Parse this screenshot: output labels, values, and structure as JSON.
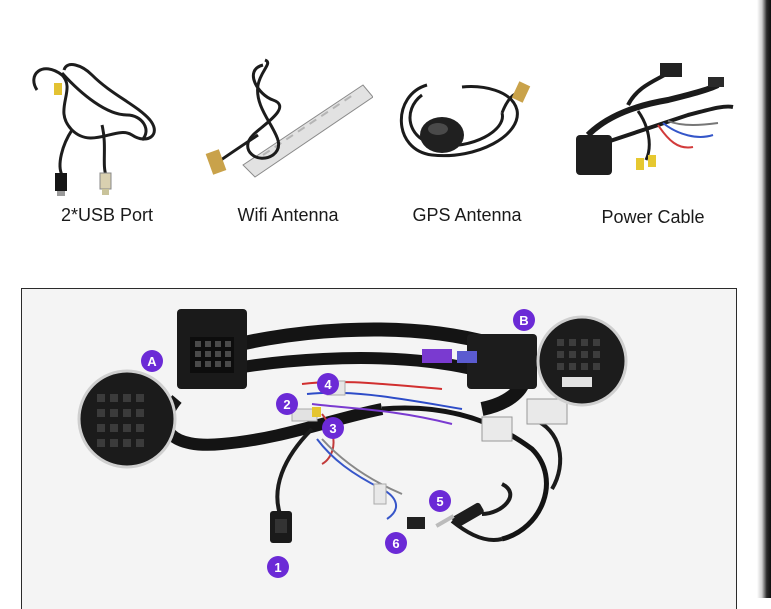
{
  "accessories": [
    {
      "id": "usb",
      "label": "2*USB Port",
      "icon": "usb-cable-icon"
    },
    {
      "id": "wifi",
      "label": "Wifi Antenna",
      "icon": "wifi-antenna-icon"
    },
    {
      "id": "gps",
      "label": "GPS Antenna",
      "icon": "gps-antenna-icon"
    },
    {
      "id": "power",
      "label": "Power Cable",
      "icon": "power-cable-icon"
    }
  ],
  "harness": {
    "labels": {
      "a": "A",
      "b": "B",
      "n1": "1",
      "n2": "2",
      "n3": "3",
      "n4": "4",
      "n5": "5",
      "n6": "6"
    },
    "badge_color": "#6b2ad6"
  }
}
